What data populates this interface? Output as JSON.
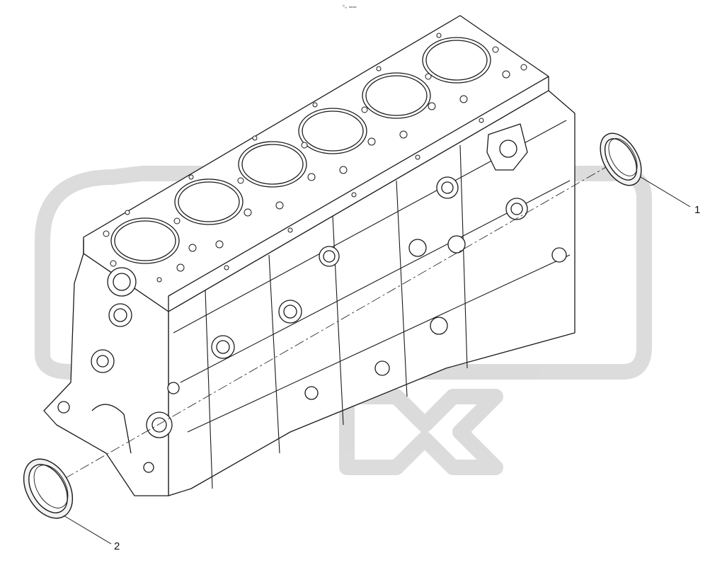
{
  "diagram": {
    "header_mark": "⁰ₙ ══",
    "callouts": [
      {
        "number": "1",
        "part": "rear-crankshaft-seal"
      },
      {
        "number": "2",
        "part": "front-crankshaft-seal"
      }
    ],
    "watermark": {
      "color": "#d8d8d8",
      "icon": "watermark-logo-icon"
    },
    "colors": {
      "line": "#1a1a1a",
      "seal_fill": "#f2f2f2",
      "background": "#ffffff"
    }
  }
}
